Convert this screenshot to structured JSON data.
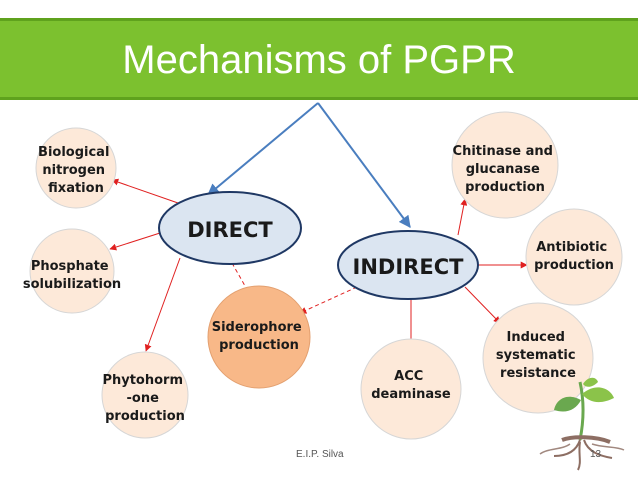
{
  "slide": {
    "title": "Mechanisms of PGPR",
    "footer_author": "E.I.P. Silva",
    "page_number": "13"
  },
  "nodes": {
    "direct": [
      "DIRECT"
    ],
    "indirect": [
      "INDIRECT"
    ],
    "biological_nitrogen_fixation": [
      "Biological",
      "nitrogen",
      "fixation"
    ],
    "phosphate_solubilization": [
      "Phosphate",
      "solubilization"
    ],
    "phytohormone_production": [
      "Phytohorm",
      "-one",
      "production"
    ],
    "siderophore_production": [
      "Siderophore",
      "production"
    ],
    "chitinase_glucanase_production": [
      "Chitinase and",
      "glucanase",
      "production"
    ],
    "antibiotic_production": [
      "Antibiotic",
      "production"
    ],
    "induced_systematic_resistance": [
      "Induced",
      "systematic",
      "resistance"
    ],
    "acc_deaminase": [
      "ACC",
      "deaminase"
    ]
  },
  "colors": {
    "title_bar": "#7cc12f",
    "main_node_fill": "#dbe5f1",
    "main_node_stroke": "#1f3864",
    "leaf_node_fill": "#fde9d9",
    "siderophore_fill": "#f8b888",
    "red_arrow": "#e02020",
    "blue_arrow": "#4a7ebf"
  },
  "decorations": {
    "plant": "sprouting-plant-icon"
  }
}
